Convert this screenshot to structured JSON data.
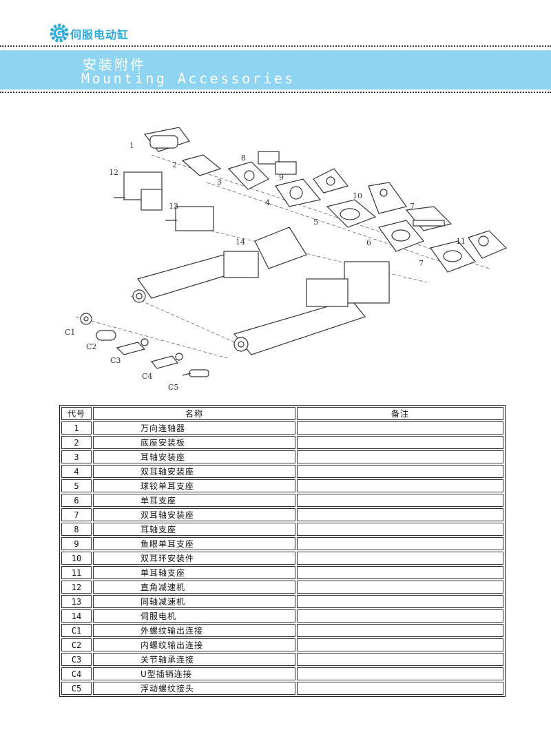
{
  "header": {
    "brand": "伺服电动缸",
    "title_cn": "安装附件",
    "title_en": "Mounting Accessories"
  },
  "diagram_labels": [
    "1",
    "2",
    "3",
    "4",
    "5",
    "6",
    "7",
    "8",
    "9",
    "10",
    "7",
    "11",
    "12",
    "13",
    "14",
    "C1",
    "C2",
    "C3",
    "C4",
    "C5"
  ],
  "table": {
    "headers": {
      "code": "代号",
      "name": "名称",
      "note": "备注"
    },
    "rows": [
      {
        "code": "1",
        "name": "万向连轴器",
        "note": ""
      },
      {
        "code": "2",
        "name": "底座安装板",
        "note": ""
      },
      {
        "code": "3",
        "name": "耳轴安装座",
        "note": ""
      },
      {
        "code": "4",
        "name": "双耳轴安装座",
        "note": ""
      },
      {
        "code": "5",
        "name": "球铰单耳支座",
        "note": ""
      },
      {
        "code": "6",
        "name": "单耳支座",
        "note": ""
      },
      {
        "code": "7",
        "name": "双耳轴安装座",
        "note": ""
      },
      {
        "code": "8",
        "name": "耳轴支座",
        "note": ""
      },
      {
        "code": "9",
        "name": "鱼眼单耳支座",
        "note": ""
      },
      {
        "code": "10",
        "name": "双耳环安装件",
        "note": ""
      },
      {
        "code": "11",
        "name": "单耳轴支座",
        "note": ""
      },
      {
        "code": "12",
        "name": "直角减速机",
        "note": ""
      },
      {
        "code": "13",
        "name": "同轴减速机",
        "note": ""
      },
      {
        "code": "14",
        "name": "伺服电机",
        "note": ""
      },
      {
        "code": "C1",
        "name": "外螺纹输出连接",
        "note": ""
      },
      {
        "code": "C2",
        "name": "内螺纹输出连接",
        "note": ""
      },
      {
        "code": "C3",
        "name": "关节轴承连接",
        "note": ""
      },
      {
        "code": "C4",
        "name": "U型插销连接",
        "note": ""
      },
      {
        "code": "C5",
        "name": "浮动螺纹接头",
        "note": ""
      }
    ]
  }
}
